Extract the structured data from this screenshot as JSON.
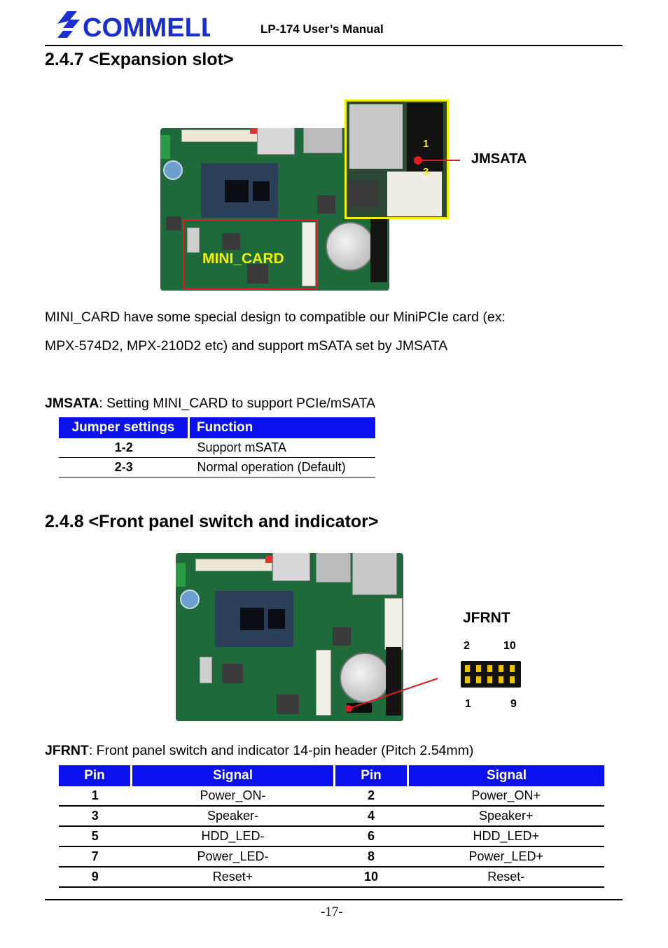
{
  "header": {
    "brand": "COMMELL",
    "manual_title": "LP-174 User’s Manual"
  },
  "section1": {
    "heading": "2.4.7 <Expansion slot>",
    "image_labels": {
      "mini_card": "MINI_CARD",
      "jmsata": "JMSATA",
      "pin_1": "1",
      "pin_3": "3"
    },
    "paragraph_line1": "MINI_CARD have some special design to compatible our MiniPCIe card (ex:",
    "paragraph_line2": "MPX-574D2, MPX-210D2 etc) and support mSATA set by JMSATA",
    "jmsata_label": "JMSATA",
    "jmsata_desc": ": Setting MINI_CARD to support PCIe/mSATA",
    "table": {
      "headers": [
        "Jumper settings",
        "Function"
      ],
      "rows": [
        [
          "1-2",
          "Support mSATA"
        ],
        [
          "2-3",
          "Normal operation (Default)"
        ]
      ]
    }
  },
  "section2": {
    "heading": "2.4.8 <Front panel switch and indicator>",
    "image_labels": {
      "jfrnt": "JFRNT",
      "pin_2": "2",
      "pin_10": "10",
      "pin_1": "1",
      "pin_9": "9"
    },
    "jfrnt_label": "JFRNT",
    "jfrnt_desc": ": Front panel switch and indicator 14-pin header (Pitch 2.54mm)",
    "table": {
      "headers": [
        "Pin",
        "Signal",
        "Pin",
        "Signal"
      ],
      "rows": [
        [
          "1",
          "Power_ON-",
          "2",
          "Power_ON+"
        ],
        [
          "3",
          "Speaker-",
          "4",
          "Speaker+"
        ],
        [
          "5",
          "HDD_LED-",
          "6",
          "HDD_LED+"
        ],
        [
          "7",
          "Power_LED-",
          "8",
          "Power_LED+"
        ],
        [
          "9",
          "Reset+",
          "10",
          "Reset-"
        ]
      ]
    }
  },
  "footer": {
    "page_number": "-17-"
  },
  "colors": {
    "table_header_bg": "#0a10ee",
    "logo_blue": "#1a2fd0",
    "highlight_yellow": "#f5f000",
    "highlight_red": "#e11b22"
  }
}
